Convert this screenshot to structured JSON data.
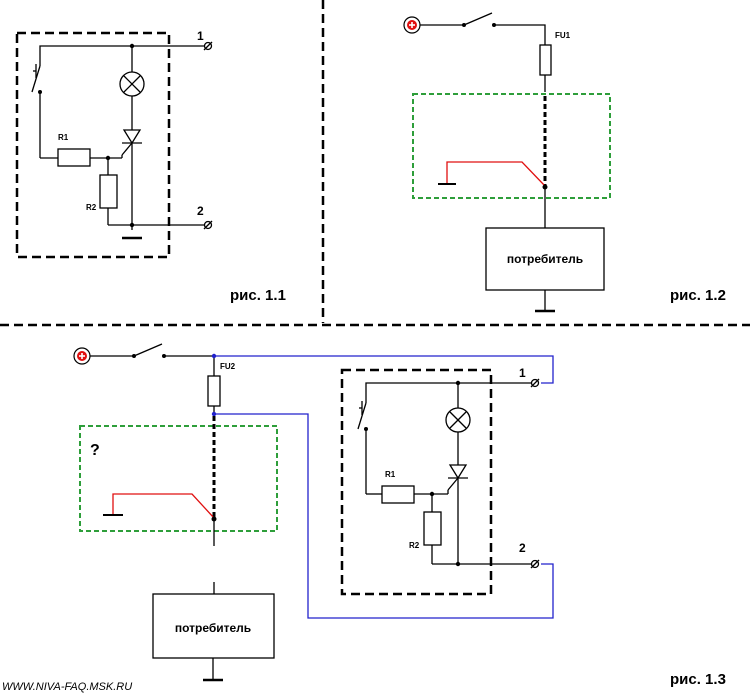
{
  "figures": {
    "fig1": {
      "caption": "рис. 1.1",
      "terminal1": "1",
      "terminal2": "2",
      "r1": "R1",
      "r2": "R2"
    },
    "fig2": {
      "caption": "рис. 1.2",
      "fuse": "FU1",
      "load": "потребитель"
    },
    "fig3": {
      "caption": "рис. 1.3",
      "fuse": "FU2",
      "load": "потребитель",
      "question": "?",
      "terminal1": "1",
      "terminal2": "2",
      "r1": "R1",
      "r2": "R2"
    }
  },
  "website": "WWW.NIVA-FAQ.MSK.RU",
  "colors": {
    "frame_black": "#000000",
    "unknown_zone": "#2e9e3a",
    "wire_red": "#e01010",
    "wire_blue": "#2222cc",
    "plus_terminal": "#e01010"
  }
}
